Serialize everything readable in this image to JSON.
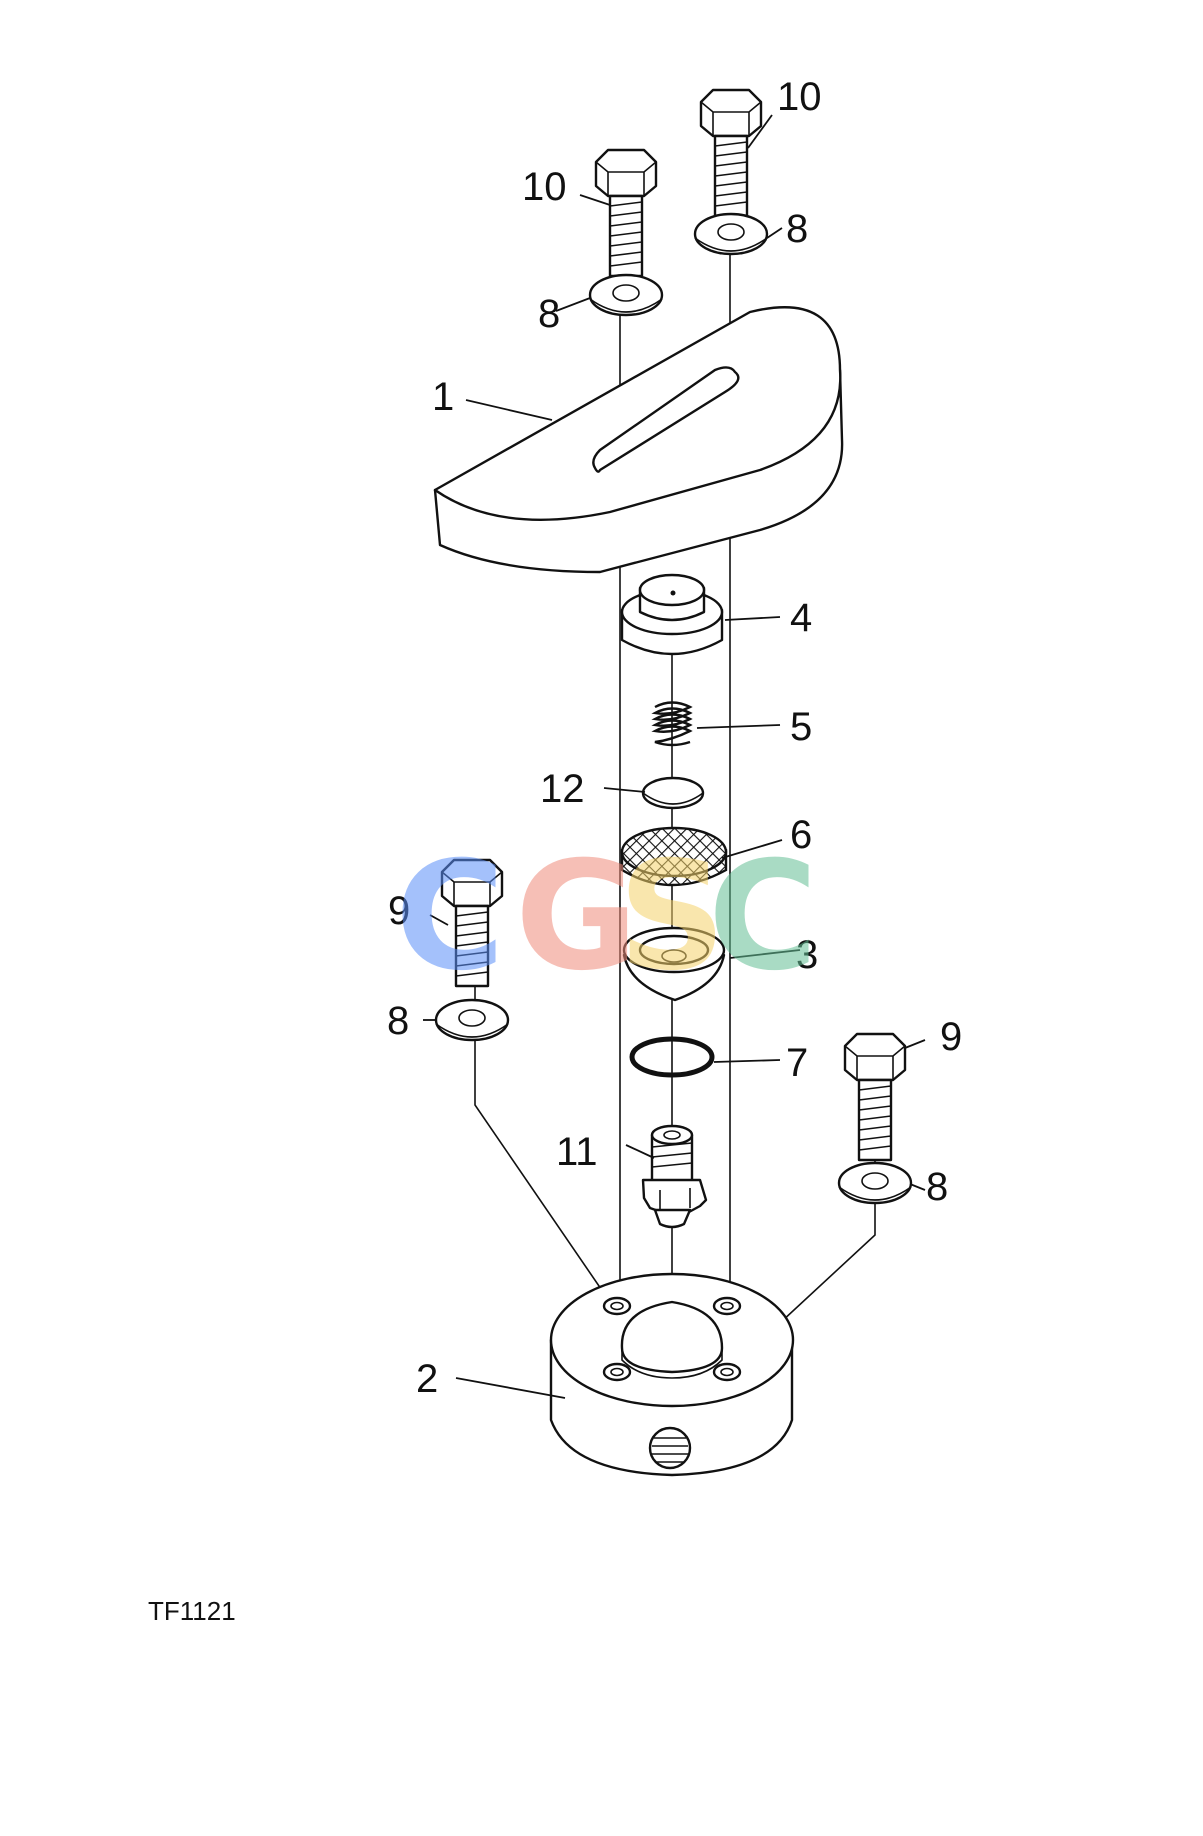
{
  "figure_id": "TF1121",
  "callouts": {
    "c1": "1",
    "c2": "2",
    "c3": "3",
    "c4": "4",
    "c5": "5",
    "c6": "6",
    "c7": "7",
    "c8a": "8",
    "c8b": "8",
    "c8c": "8",
    "c8d": "8",
    "c9a": "9",
    "c9b": "9",
    "c10a": "10",
    "c10b": "10",
    "c11": "11",
    "c12": "12"
  },
  "watermark": {
    "letters": [
      "C",
      "G",
      "S",
      "C"
    ],
    "colors": [
      "#5b8ff9",
      "#f08c7c",
      "#f5d36b",
      "#63bf94"
    ]
  }
}
